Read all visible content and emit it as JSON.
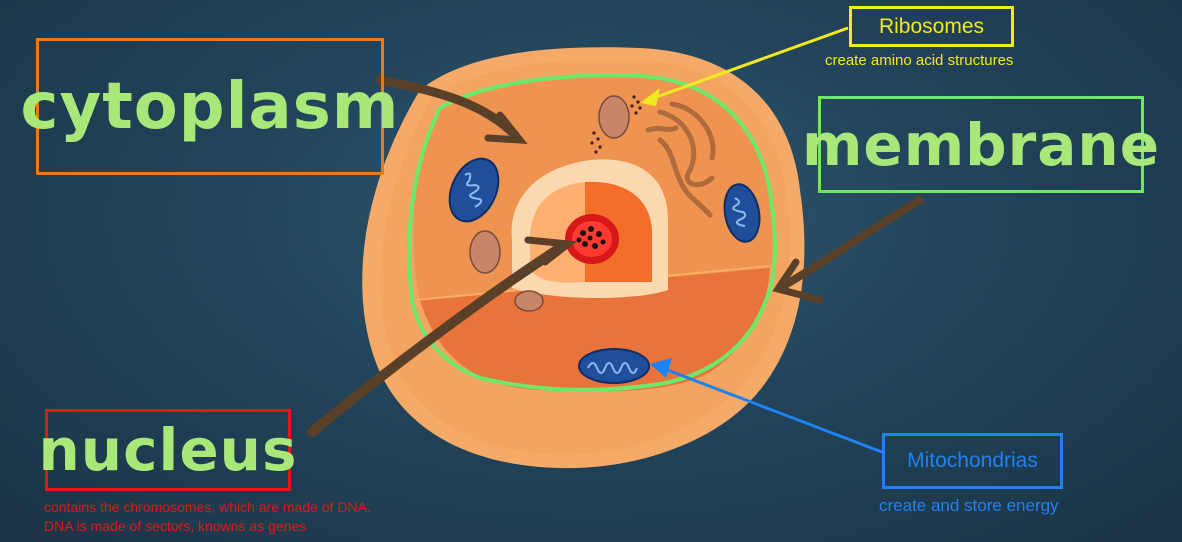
{
  "labels": {
    "cytoplasm": "cytoplasm",
    "membrane": "membrane",
    "nucleus": "nucleus",
    "ribosomes": "Ribosomes",
    "mitochondrias": "Mitochondrias"
  },
  "captions": {
    "ribosomes": "create amino acid structures",
    "mitochondrias": "create and store energy",
    "nucleus_line1": "contains the chromosomes, which are made of DNA.",
    "nucleus_line2": "DNA is made of sectors, knowns as genes"
  },
  "colors": {
    "background": "#22435a",
    "cytoplasm_border": "#e87a1c",
    "membrane_border": "#6ee86a",
    "nucleus_border": "#e01818",
    "ribosomes_color": "#f2ea1e",
    "mitochondrias_color": "#1e82f0",
    "label_text": "#a8e878",
    "arrow_brown": "#5a4028"
  }
}
